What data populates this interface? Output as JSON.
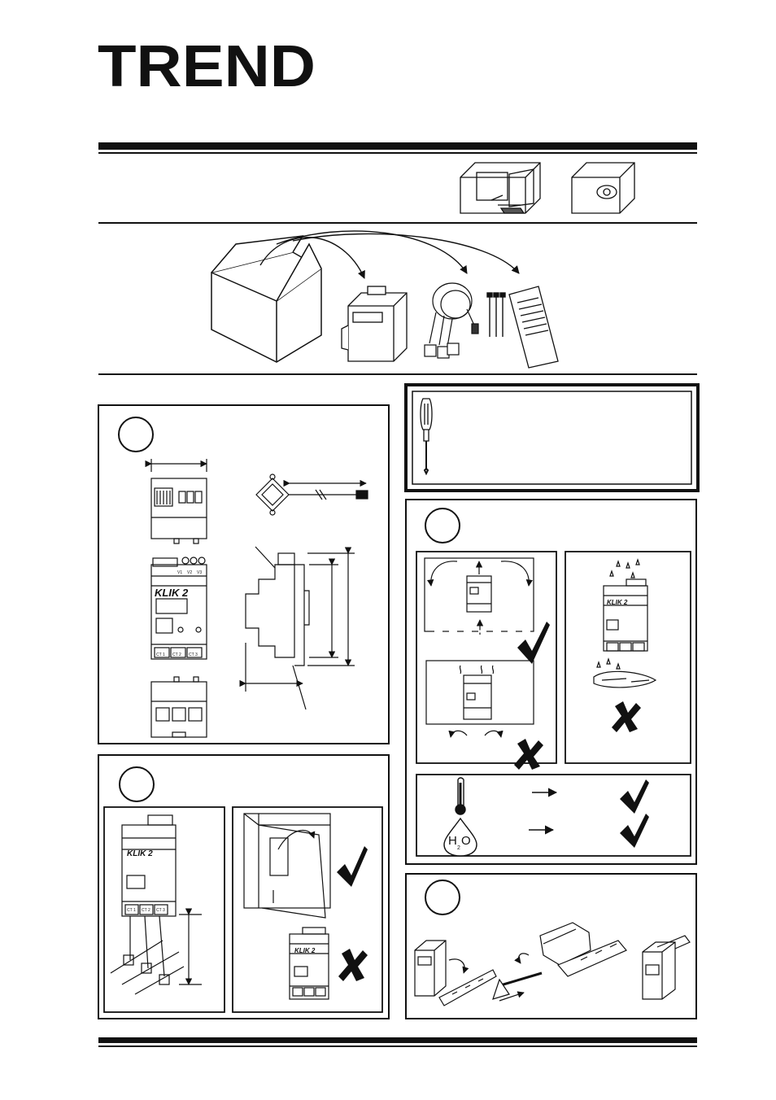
{
  "logo": {
    "text": "TREND"
  },
  "device": {
    "name": "KLIK 2",
    "ports": [
      "CT 1",
      "CT 2",
      "CT 3"
    ],
    "terminals": [
      "V1",
      "V2",
      "V3"
    ]
  },
  "water": {
    "symbol": "H",
    "subscript": "2",
    "symbol2": "O"
  },
  "sections": {
    "dimensions": "",
    "mounting": "",
    "environment": "",
    "din_rail": ""
  }
}
